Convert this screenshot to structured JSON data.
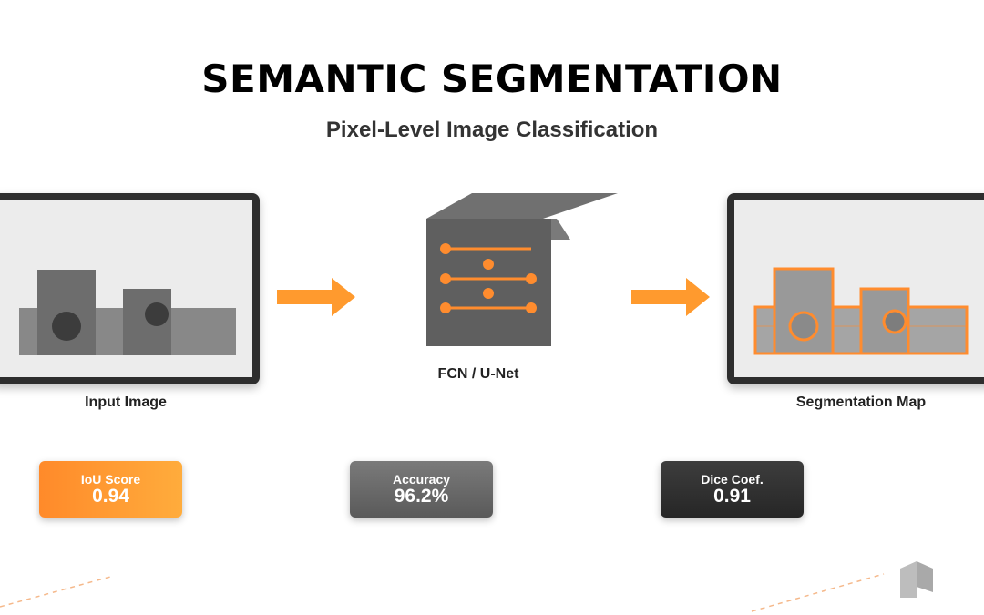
{
  "header": {
    "title": "SEMANTIC SEGMENTATION",
    "subtitle": "Pixel-Level Image Classification"
  },
  "stages": {
    "input_label": "Input Image",
    "model_label": "FCN / U-Net",
    "output_label": "Segmentation Map"
  },
  "metrics": [
    {
      "label": "IoU Score",
      "value": "0.94"
    },
    {
      "label": "Accuracy",
      "value": "96.2%"
    },
    {
      "label": "Dice Coef.",
      "value": "0.91"
    }
  ],
  "colors": {
    "accent": "#ff9a2e",
    "dark": "#2e2e2e",
    "mid_gray": "#6e6e6e",
    "light_gray": "#ececec"
  },
  "icons": {
    "arrows": "right-arrow-icon",
    "model": "network-layers-icon",
    "logo": "cube-logo-icon"
  }
}
